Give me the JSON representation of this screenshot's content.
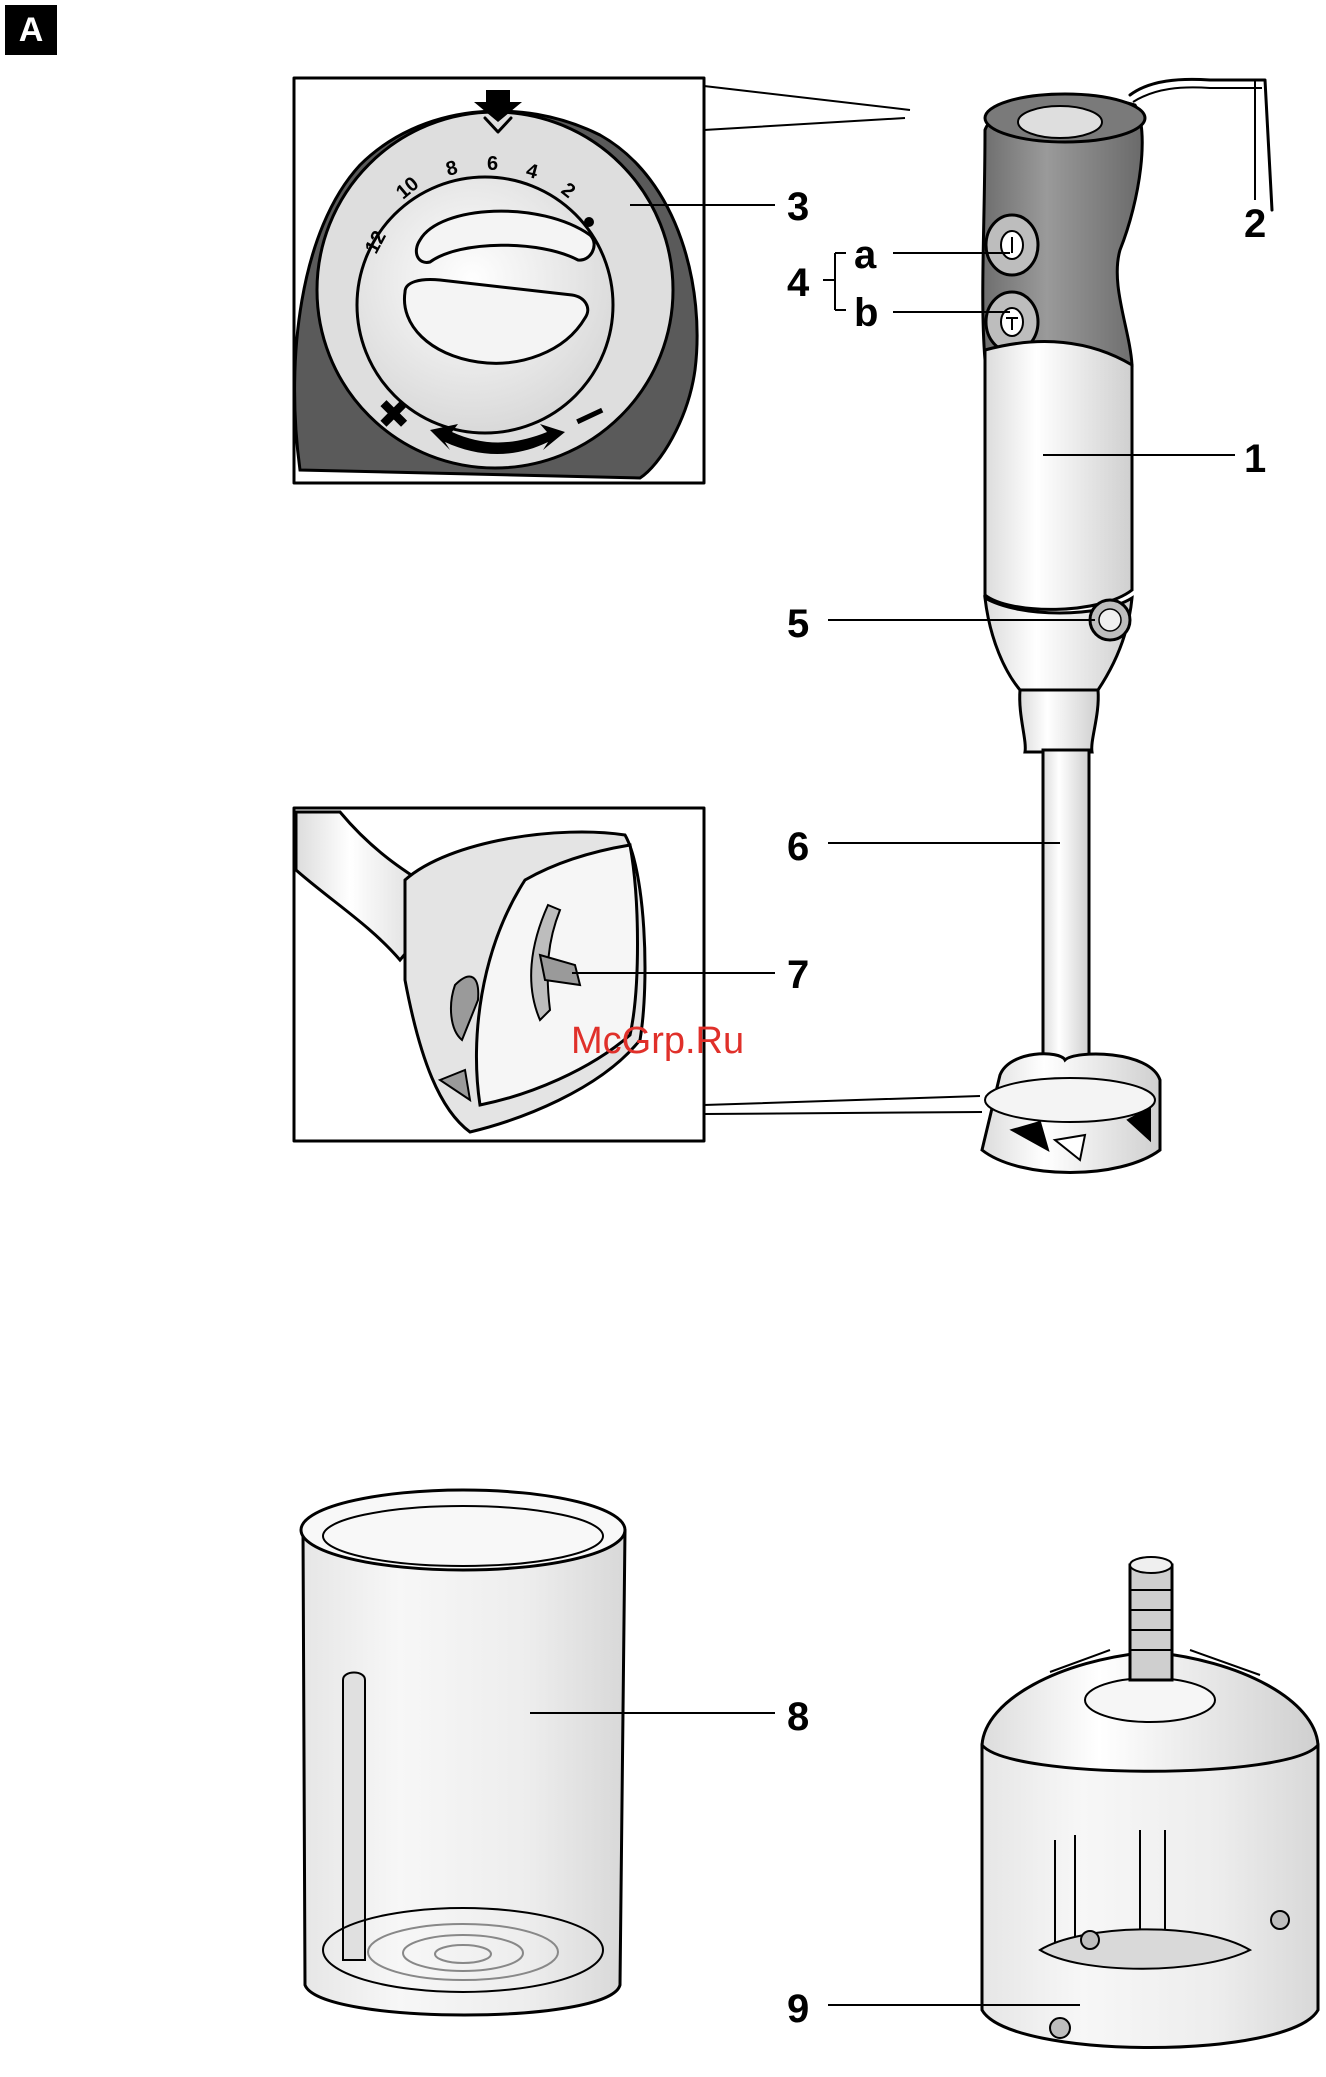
{
  "figure_tag": "A",
  "watermark": "McGrp.Ru",
  "dial": {
    "numbers": [
      "12",
      "10",
      "8",
      "6",
      "4",
      "2"
    ],
    "plus_symbol": "✖",
    "minus_symbol": "−"
  },
  "callouts": {
    "c1": "1",
    "c2": "2",
    "c3": "3",
    "c4": "4",
    "c4a": "a",
    "c4b": "b",
    "c5": "5",
    "c6": "6",
    "c7": "7",
    "c8": "8",
    "c9": "9"
  },
  "colors": {
    "ink": "#000000",
    "handle_grey": "#8a8a8a",
    "dial_dark": "#555555",
    "watermark": "#e0302a"
  }
}
